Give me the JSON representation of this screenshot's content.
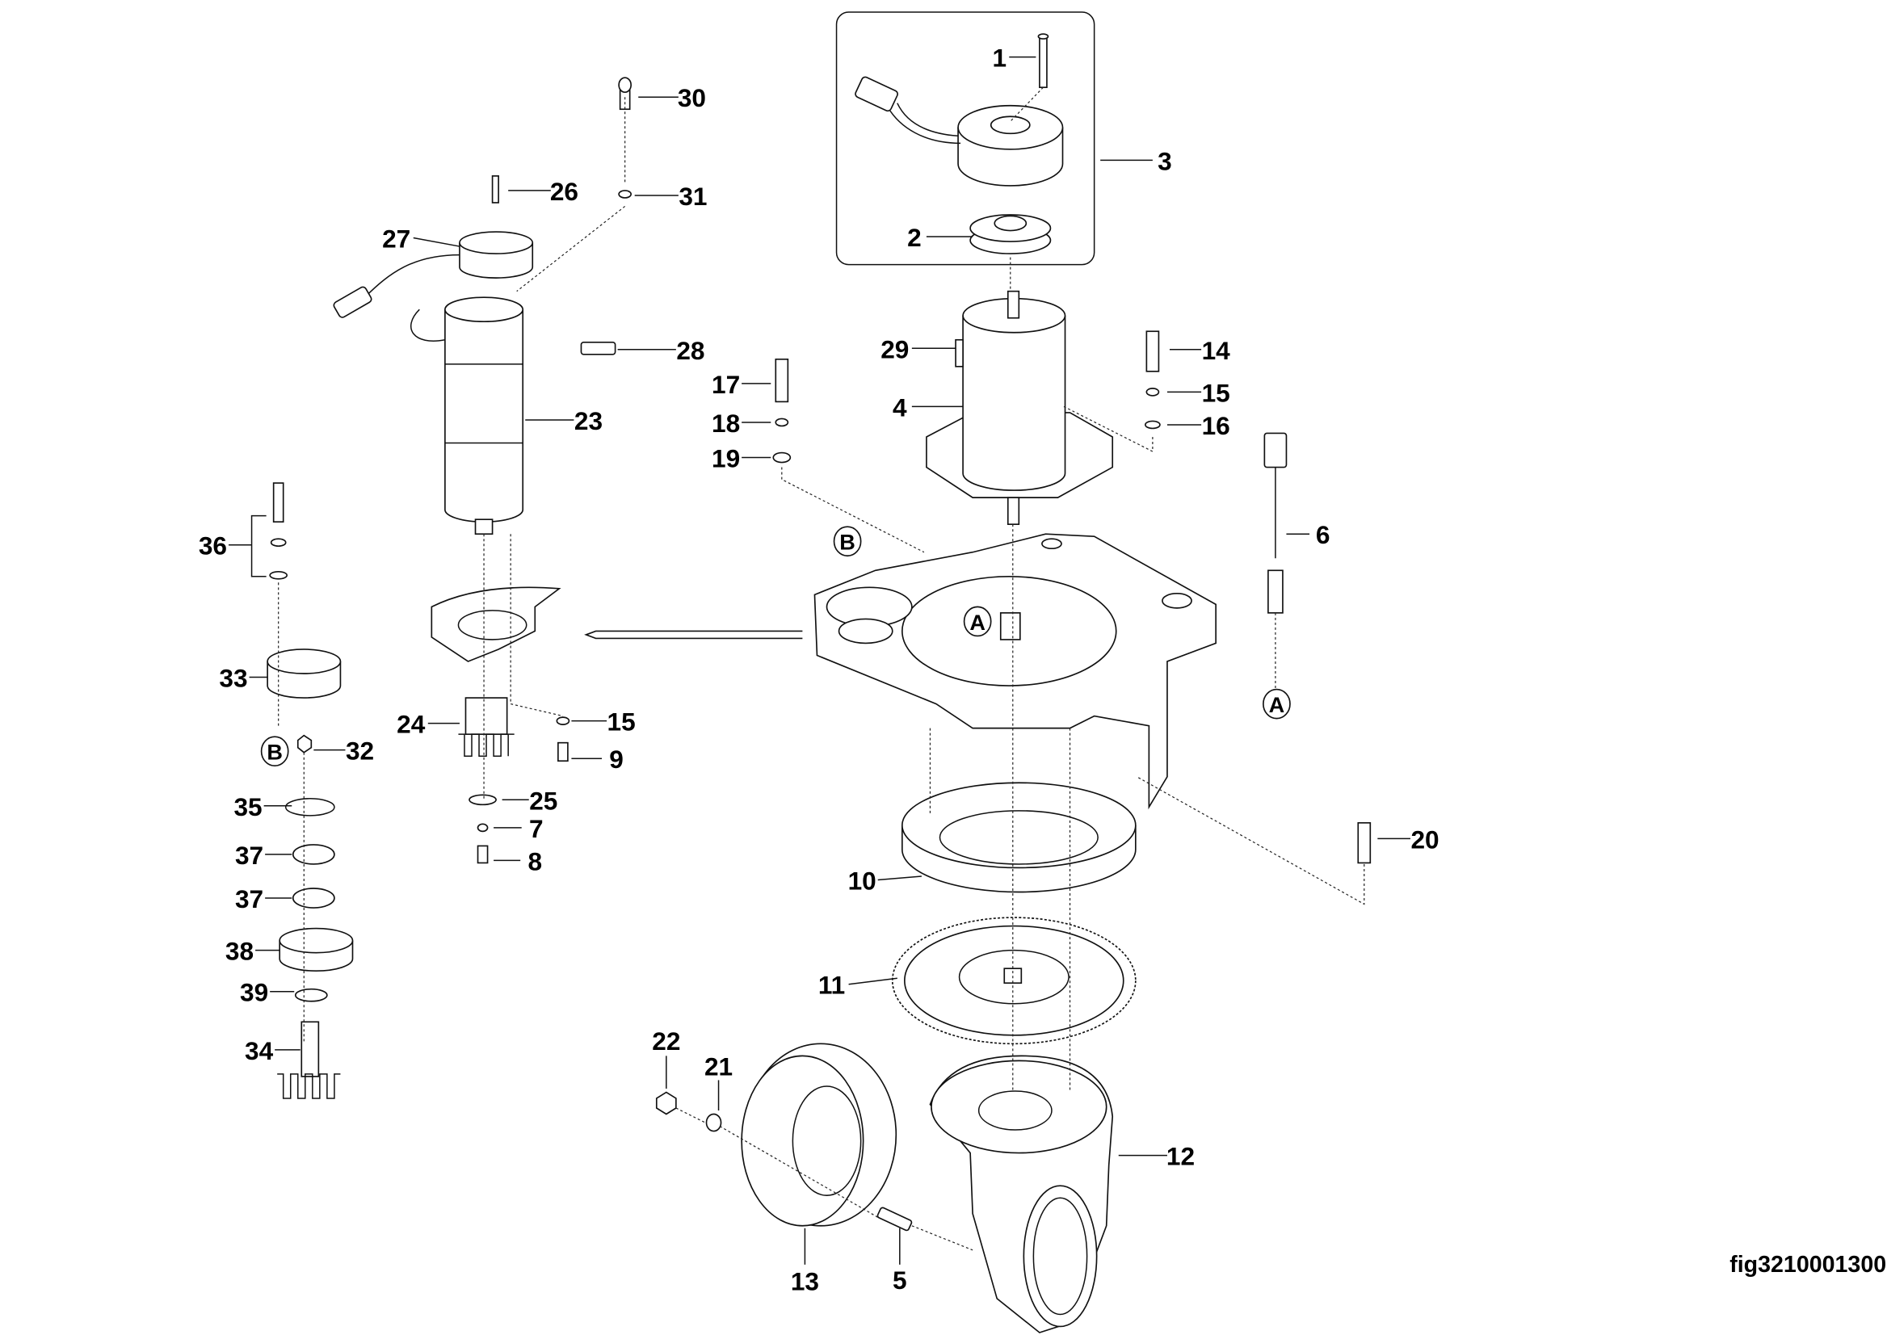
{
  "figure_id": "fig3210001300",
  "callouts": [
    "1",
    "3",
    "2",
    "30",
    "26",
    "31",
    "27",
    "28",
    "23",
    "29",
    "4",
    "17",
    "18",
    "19",
    "14",
    "15",
    "16",
    "6",
    "36",
    "33",
    "32",
    "35",
    "37",
    "37",
    "38",
    "39",
    "34",
    "24",
    "15",
    "9",
    "25",
    "7",
    "8",
    "10",
    "11",
    "20",
    "22",
    "21",
    "12",
    "13",
    "5"
  ],
  "reference_circles": [
    "A",
    "A",
    "B",
    "B"
  ],
  "colors": {
    "ink": "#000000",
    "background": "#ffffff"
  }
}
